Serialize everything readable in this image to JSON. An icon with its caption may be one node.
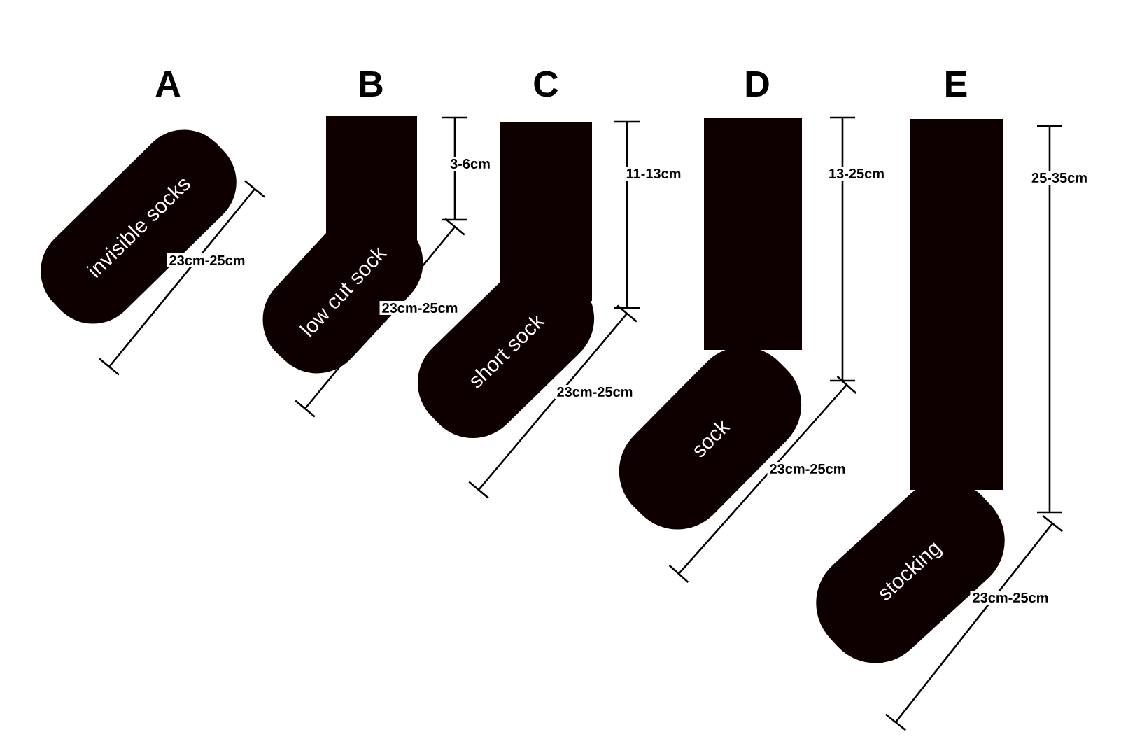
{
  "diagram": {
    "nodes": [
      {
        "text": [
          "A",
          "invisible socks"
        ]
      },
      {
        "text": [
          "B",
          "low cut sock"
        ]
      },
      {
        "text": [
          "C",
          "short sock"
        ]
      },
      {
        "text": [
          "D",
          "sock"
        ]
      },
      {
        "text": [
          "E",
          "stocking"
        ]
      }
    ],
    "labels": [
      "3-6cm",
      "11-13cm",
      "13-25cm",
      "25-35cm",
      "23cm-25cm",
      "23cm-25cm",
      "23cm-25cm",
      "23cm-25cm",
      "23cm-25cm"
    ]
  }
}
